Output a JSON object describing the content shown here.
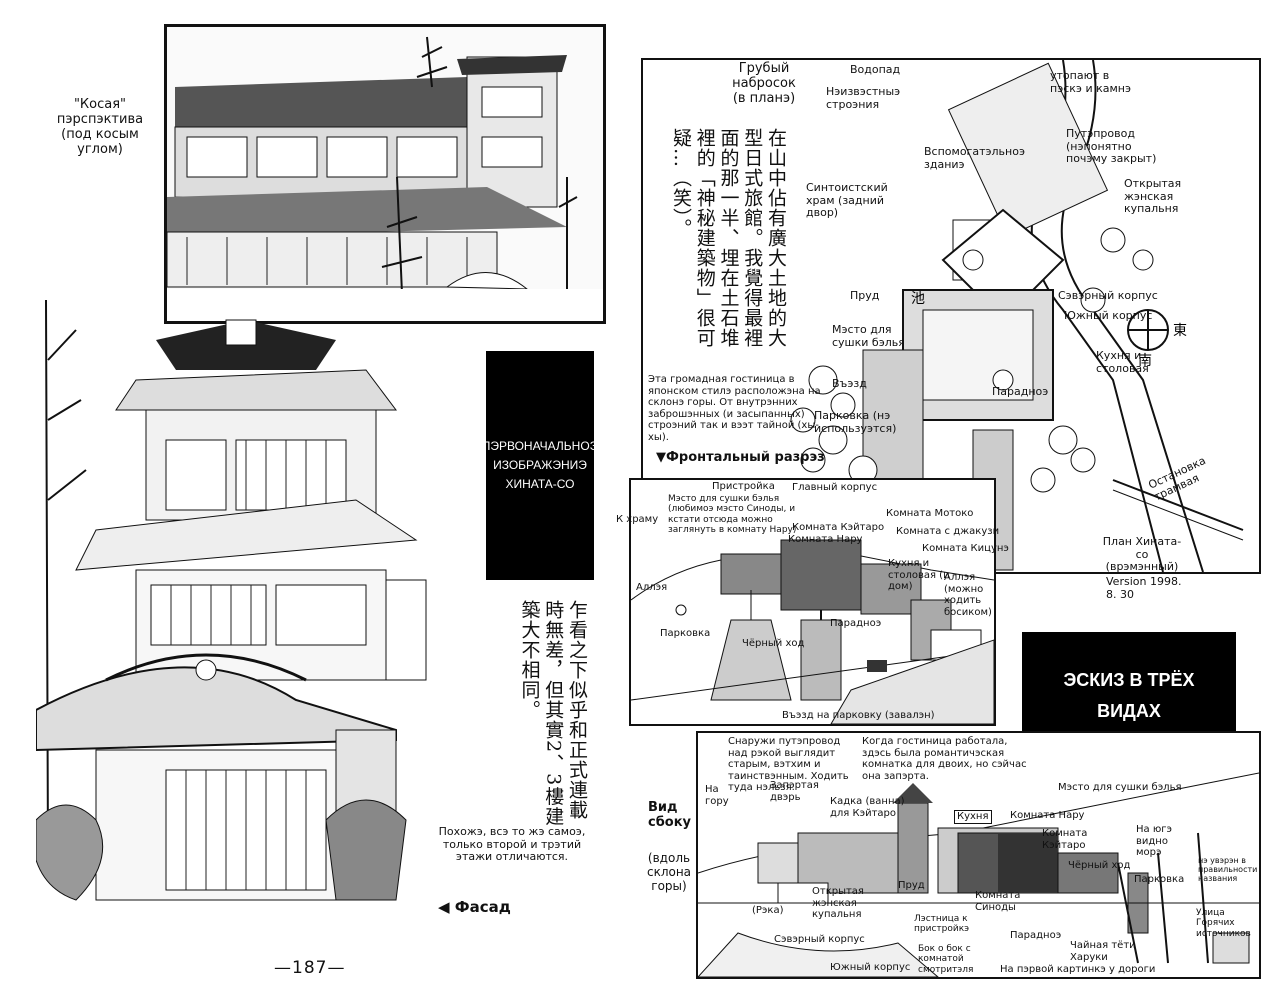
{
  "left_page": {
    "top_label": "\"Косая\" пэрспэктива (под косым углом)",
    "black_box": "ПЭРВОНАЧАЛЬНОЭ ИЗОБРАЖЭНИЭ ХИНАТА-СО",
    "cjk_text": "乍看之下似乎和正式連載時無差，但其實2、3樓建築大不相同。",
    "caption": "Похожэ, всэ то жэ самоэ, только второй и трэтий этажи отличаются.",
    "facade_label": "◀ Фасад",
    "page_number": "—187—"
  },
  "right_page": {
    "plan_title": "Грубый набросок (в планэ)",
    "cjk_text": "在山中佔有廣大土地的大型日式旅館。我覺得最裡面的那一半、埋在土石堆裡的「神秘建築物」很可疑…（笑）。",
    "description": "Эта громадная гостиница в японском стилэ расположэна на склонэ горы. От внутрэнних заброшэнных (и засыпанных) строэний так и вээт тайной (хы-хы).",
    "frontal_title": "▼Фронтальный разрэз",
    "side_title": "Вид сбоку",
    "side_subtitle": "(вдоль склона горы)",
    "black_box": "ЭСКИЗ В ТРЁХ ВИДАХ",
    "plan_labels": {
      "waterfall": "Водопад",
      "sinking": "утопают в пэскэ и камнэ",
      "unknown": "Нэизвэстныэ строэния",
      "passage": "Путэпровод (нэпонятно почэму закрыт)",
      "aux": "Вспомогатэльноэ зданиэ",
      "shrine": "Синтоистский храм (задний двор)",
      "women_bath": "Открытая жэнская купальня",
      "pond": "Пруд",
      "north_wing": "Сэвэрный корпус",
      "south_wing": "Южный корпус",
      "laundry": "Мэсто для сушки бэлья",
      "kitchen": "Кухня и столовая",
      "entry": "Въэзд",
      "front_door": "Парадноэ",
      "parking": "Парковка (нэ используэтся)",
      "tram": "Остановка трамвая",
      "plan_name": "План Хината-со (врэмэнный)",
      "version": "Version 1998. 8. 30"
    },
    "front_labels": {
      "annex": "Пристройка",
      "main": "Главный корпус",
      "laundry": "Мэсто для сушки бэлья (любимоэ мэсто Синоды, и кстати отсюда можно заглянуть в комнату Нару)",
      "to_shrine": "К храму",
      "motoko": "Комната Мотоко",
      "keitaro": "Комната Кэйтаро",
      "naru": "Комната Нару",
      "jacuzzi": "Комната с джакузи",
      "kitsune": "Комната Кицунэ",
      "kitchen": "Кухня и столовая (и дом)",
      "alley": "Аллэя",
      "alley2": "Аллэя (можно ходить босиком)",
      "parking": "Парковка",
      "back_door": "Чёрный ход",
      "front_door": "Парадноэ",
      "entry": "Въэзд на парковку (завалэн)"
    },
    "side_labels": {
      "outside": "Снаружи путэпровод над рэкой выглядит старым, вэтхим и таинствэнным. Ходить туда нэльзя.",
      "romantic": "Когда гостиница работала, здэсь была романтичэская комнатка для двоих, но сэйчас она запэрта.",
      "laundry": "Мэсто для сушки бэлья",
      "to_mountain": "На гору",
      "locked": "Запэртая двэрь",
      "keitaro_bath": "Кадка (ванна) для Кэйтаро",
      "kitchen": "Кухня",
      "naru": "Комната Нару",
      "keitaro": "Комната Кэйтаро",
      "sea": "На югэ видно морэ",
      "river": "(Рэка)",
      "women_bath": "Открытая жэнская купальня",
      "pond": "Пруд",
      "shinoda": "Комната Синоды",
      "back_door": "Чёрный ход",
      "parking": "Парковка",
      "unknown_name": "нэ увэрэн в правильности названия",
      "hot_springs": "Улица Горячих источников",
      "north_wing": "Сэвэрный корпус",
      "stairs": "Лэстница к пристройкэ",
      "side_by_side": "Бок о бок с комнатой смотритэля",
      "front_door": "Парадноэ",
      "teahouse": "Чайная тёти Харуки",
      "south_wing": "Южный корпус",
      "first_pic": "На пэрвой картинкэ у дороги"
    }
  }
}
